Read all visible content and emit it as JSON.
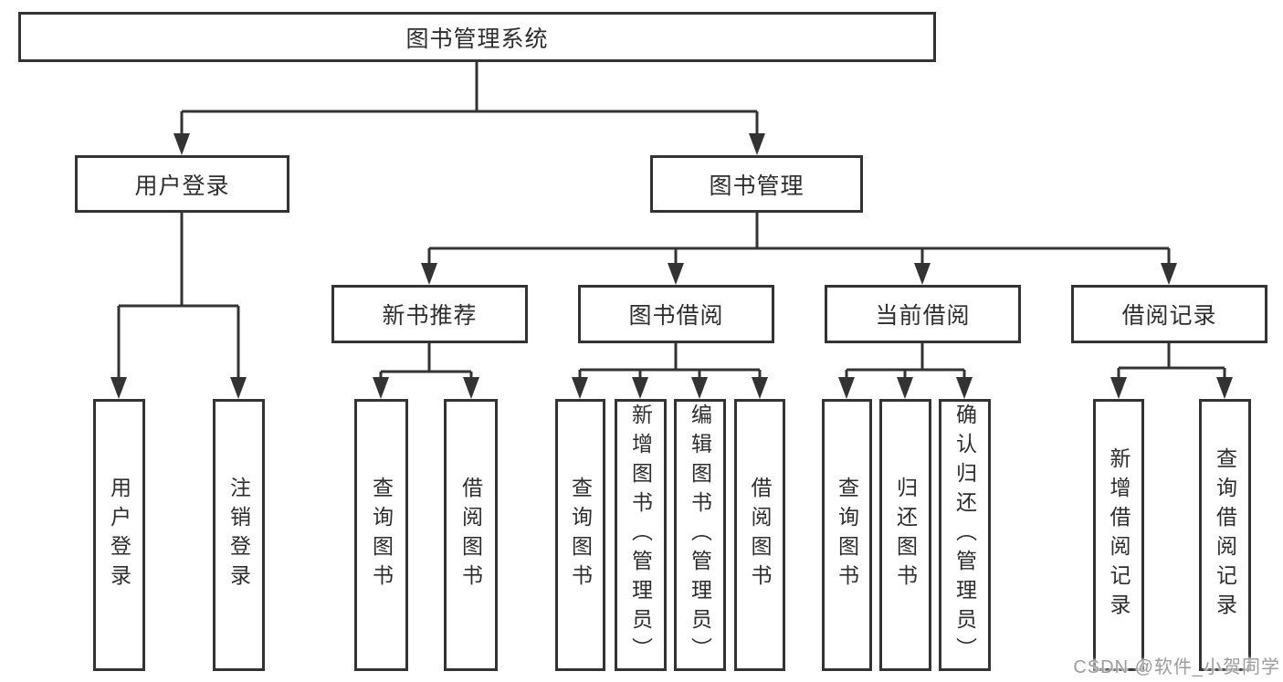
{
  "diagram": {
    "root": {
      "label": "图书管理系统"
    },
    "level2": [
      {
        "label": "用户登录",
        "children": [
          {
            "label": "用户登录"
          },
          {
            "label": "注销登录"
          }
        ]
      },
      {
        "label": "图书管理",
        "children": [
          {
            "label": "新书推荐",
            "children": [
              {
                "label": "查询图书"
              },
              {
                "label": "借阅图书"
              }
            ]
          },
          {
            "label": "图书借阅",
            "children": [
              {
                "label": "查询图书"
              },
              {
                "label": "新增图书（管理员）"
              },
              {
                "label": "编辑图书（管理员）"
              },
              {
                "label": "借阅图书"
              }
            ]
          },
          {
            "label": "当前借阅",
            "children": [
              {
                "label": "查询图书"
              },
              {
                "label": "归还图书"
              },
              {
                "label": "确认归还（管理员）"
              }
            ]
          },
          {
            "label": "借阅记录",
            "children": [
              {
                "label": "新增借阅记录"
              },
              {
                "label": "查询借阅记录"
              }
            ]
          }
        ]
      }
    ]
  },
  "watermark": {
    "text": "CSDN @软件_小贺同学"
  },
  "colors": {
    "line": "#333333",
    "box_border": "#333333",
    "text": "#2d2d2d",
    "background": "#ffffff",
    "watermark": "#9c9c9c"
  }
}
